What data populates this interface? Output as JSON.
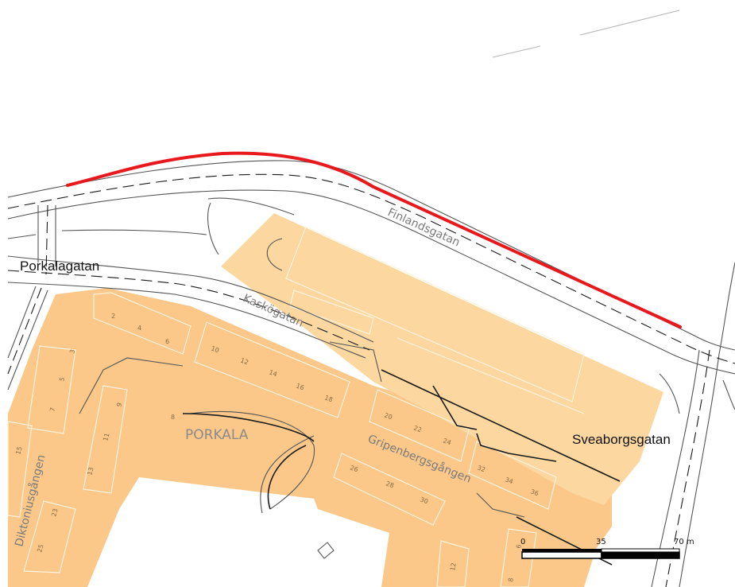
{
  "map": {
    "streets": {
      "porkalagatan": "Porkalagatan",
      "finlandsgatan": "Finlandsgatan",
      "kaskogatan": "Kaskögatan",
      "sveaborgsgatan": "Sveaborgsgatan",
      "gripenbergsgangen": "Gripenbergsgången",
      "diktoniusgangen": "Diktoniusgången"
    },
    "district": "PORKALA",
    "house_numbers": [
      "2",
      "4",
      "6",
      "3",
      "5",
      "7",
      "9",
      "11",
      "13",
      "15",
      "23",
      "25",
      "10",
      "12",
      "14",
      "16",
      "18",
      "8",
      "20",
      "22",
      "24",
      "26",
      "28",
      "30",
      "32",
      "34",
      "36",
      "12",
      "6",
      "8"
    ],
    "highlight_color": "#e8191c",
    "building_color": "#fcd8a0",
    "area_color": "#fbc88a"
  },
  "scale_bar": {
    "labels": [
      "0",
      "35",
      "70 m"
    ]
  }
}
